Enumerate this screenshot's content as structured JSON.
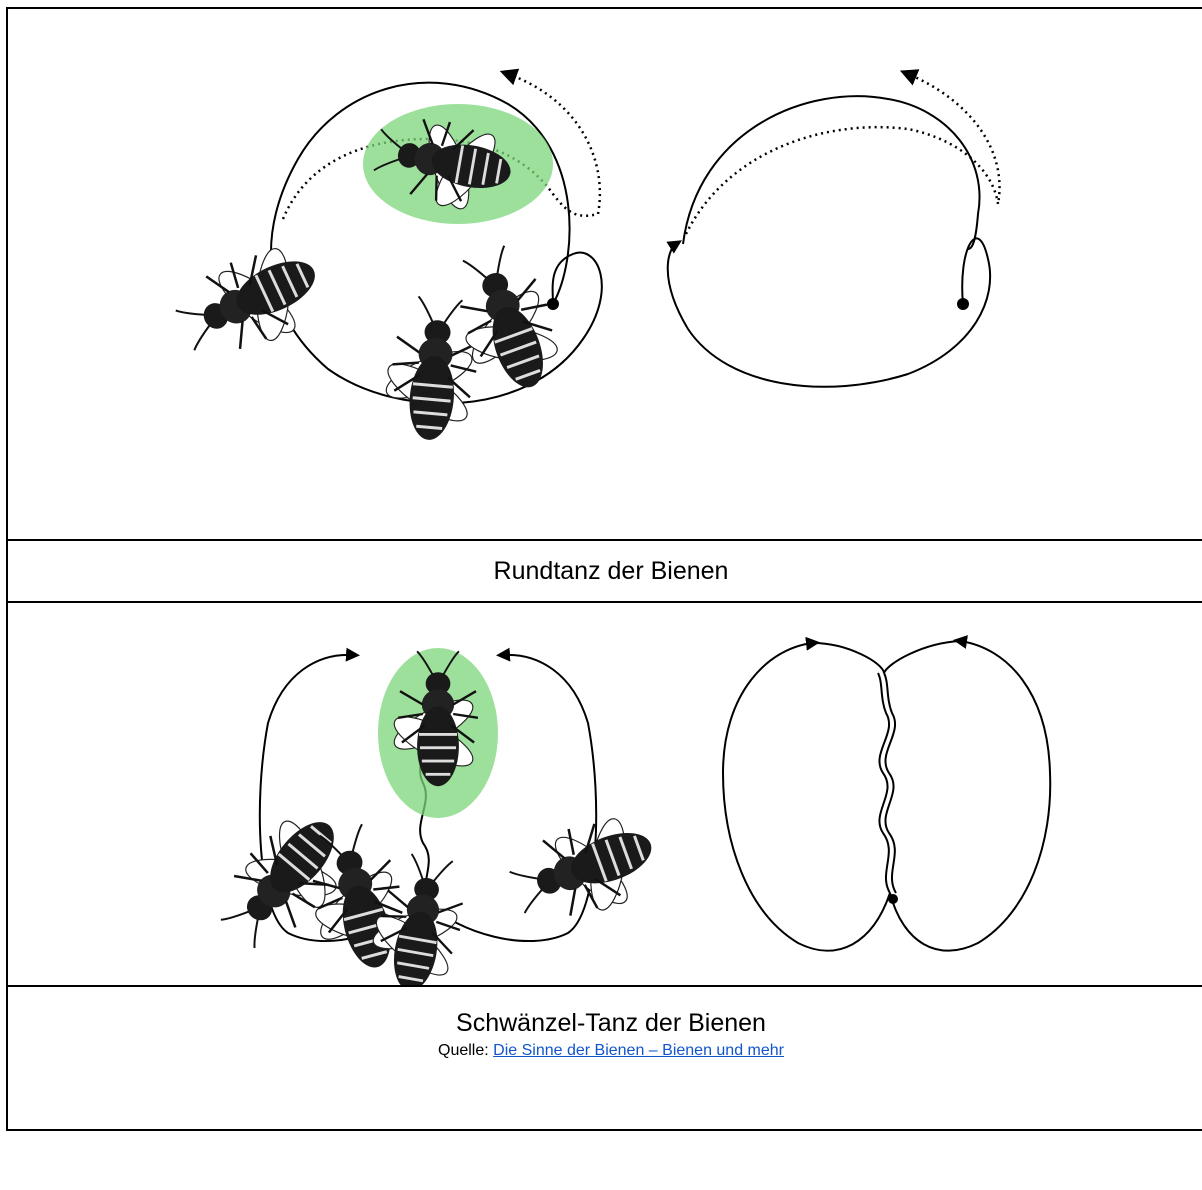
{
  "figures": [
    {
      "caption": "Rundtanz der Bienen",
      "highlight_color": "#7cd67a"
    },
    {
      "caption": "Schwänzel-Tanz der Bienen",
      "highlight_color": "#7cd67a"
    }
  ],
  "source": {
    "label": "Quelle: ",
    "link_text": "Die Sinne der Bienen – Bienen und mehr",
    "link_color": "#1155cc"
  }
}
